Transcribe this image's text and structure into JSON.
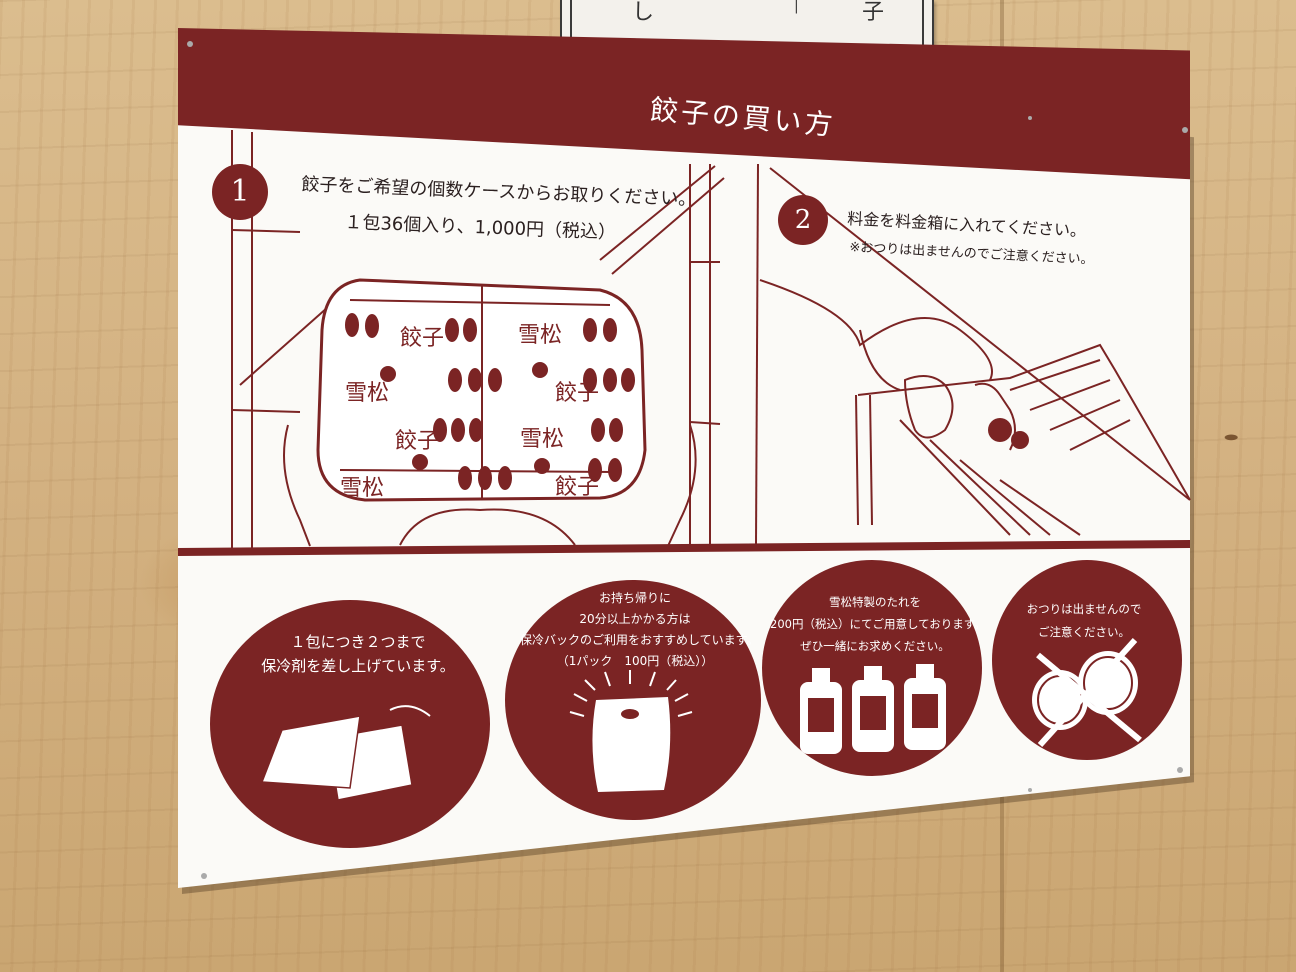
{
  "top_sign": {
    "glyph_left": "し",
    "glyph_right": "子"
  },
  "sign": {
    "title": "餃子の買い方",
    "step1": {
      "number": "1",
      "line1": "餃子をご希望の個数ケースからお取りください。",
      "line2": "１包36個入り、1,000円（税込）"
    },
    "step2": {
      "number": "2",
      "line1": "料金を料金箱に入れてください。",
      "note": "※おつりは出ませんのでご注意ください。"
    },
    "package_print": {
      "brand": "雪松",
      "product": "餃子"
    },
    "circles": [
      {
        "lines": [
          "１包につき２つまで",
          "保冷剤を差し上げています。"
        ],
        "icon": "ice-pack-icon"
      },
      {
        "lines": [
          "お持ち帰りに",
          "20分以上かかる方は",
          "保冷バックのご利用をおすすめしています。",
          "（1パック　100円（税込））"
        ],
        "icon": "cooler-bag-icon"
      },
      {
        "lines": [
          "雪松特製のたれを",
          "200円（税込）にてご用意しております。",
          "ぜひ一緒にお求めください。"
        ],
        "icon": "sauce-bottles-icon"
      },
      {
        "lines": [
          "おつりは出ませんので",
          "ご注意ください。"
        ],
        "icon": "no-change-coins-icon"
      }
    ],
    "colors": {
      "brand": "#7b2424",
      "board": "#fbfaf7",
      "wood": "#d6b88a"
    }
  }
}
